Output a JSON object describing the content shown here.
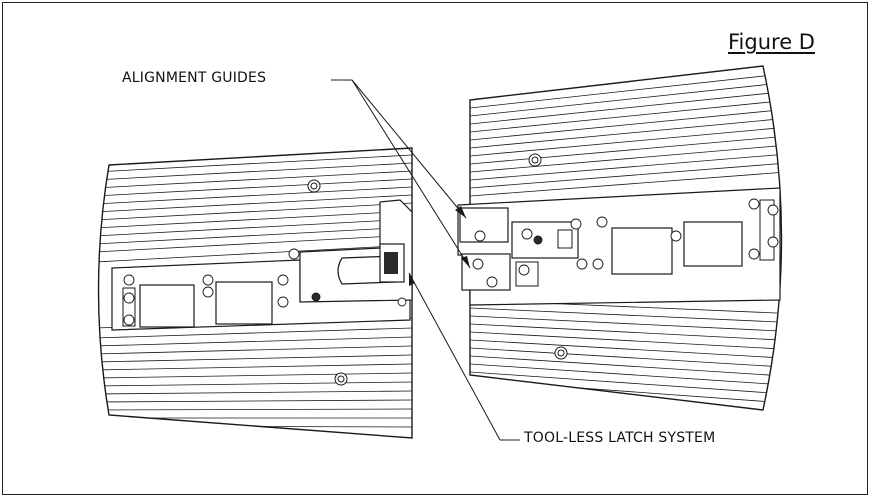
{
  "figure": {
    "title": "Figure D"
  },
  "callouts": {
    "alignment_guides": "ALIGNMENT GUIDES",
    "latch_system": "TOOL-LESS LATCH SYSTEM"
  },
  "colors": {
    "line": "#1a1a1a",
    "panel_fill": "#ffffff",
    "dark_fill": "#2a2a2a"
  }
}
